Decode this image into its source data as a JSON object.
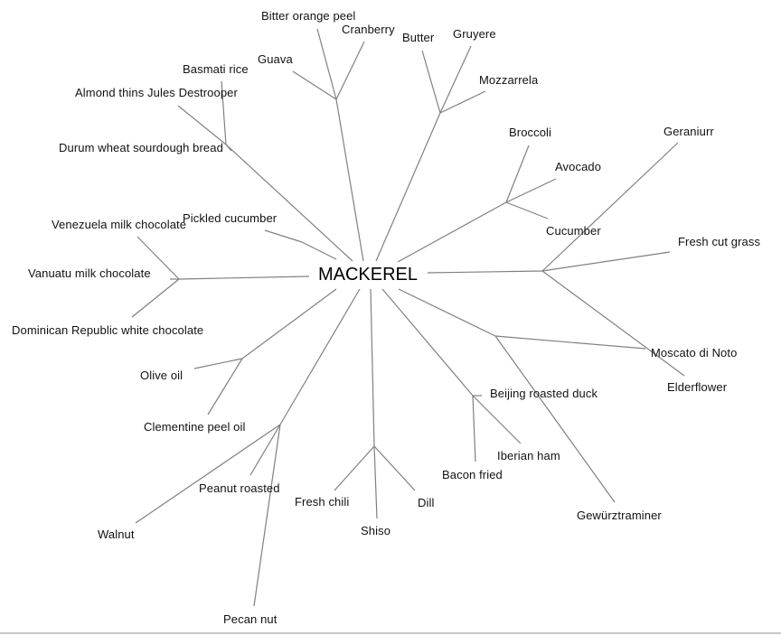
{
  "diagram": {
    "type": "radial-tree",
    "root": "MACKEREL",
    "colors": {
      "edge": "#808080",
      "text": "#111111",
      "background": "#ffffff"
    },
    "clusters": [
      {
        "id": "fruit-peel",
        "leaves": [
          "Bitter orange peel",
          "Cranberry",
          "Guava"
        ]
      },
      {
        "id": "dairy",
        "leaves": [
          "Butter",
          "Gruyere",
          "Mozzarrela"
        ]
      },
      {
        "id": "bread-rice",
        "leaves": [
          "Basmati rice",
          "Almond thins Jules Destrooper",
          "Durum wheat sourdough bread"
        ]
      },
      {
        "id": "pickled",
        "leaves": [
          "Pickled cucumber"
        ]
      },
      {
        "id": "green-veg",
        "leaves": [
          "Broccoli",
          "Avocado",
          "Cucumber"
        ]
      },
      {
        "id": "floral",
        "leaves": [
          "Geraniurr",
          "Fresh cut grass",
          "Elderflower"
        ]
      },
      {
        "id": "chocolate",
        "leaves": [
          "Venezuela milk chocolate",
          "Vanuatu milk chocolate",
          "Dominican Republic white chocolate"
        ]
      },
      {
        "id": "wine",
        "leaves": [
          "Moscato di Noto",
          "Gewürztraminer"
        ]
      },
      {
        "id": "oils",
        "leaves": [
          "Olive oil",
          "Clementine peel oil"
        ]
      },
      {
        "id": "meat",
        "leaves": [
          "Beijing roasted duck",
          "Iberian ham",
          "Bacon fried"
        ]
      },
      {
        "id": "nuts",
        "leaves": [
          "Peanut roasted",
          "Walnut",
          "Pecan nut"
        ]
      },
      {
        "id": "herbs",
        "leaves": [
          "Fresh chili",
          "Shiso",
          "Dill"
        ]
      }
    ]
  }
}
